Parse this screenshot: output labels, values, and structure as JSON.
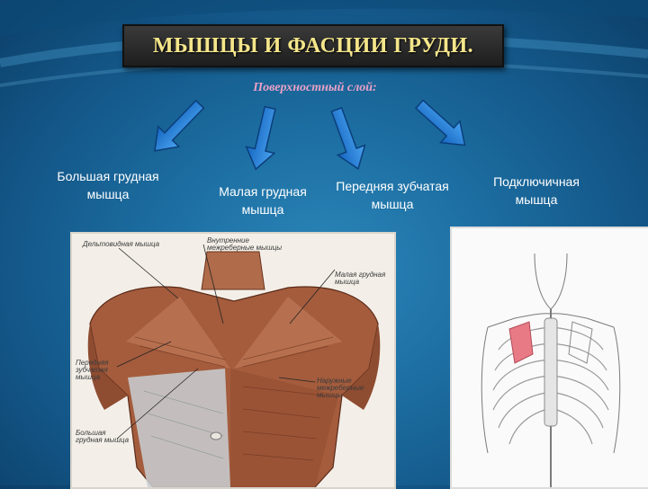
{
  "title": "МЫШЦЫ И ФАСЦИИ ГРУДИ.",
  "subtitle": "Поверхностный слой:",
  "muscle_labels": [
    "Большая грудная мышца",
    "Малая грудная мышца",
    "Передняя зубчатая мышца",
    "Подключичная мышца"
  ],
  "figure_labels": {
    "deltoid": "Дельтовидная мышца",
    "inner_intercostal": "Внутренние межреберные мышцы",
    "minor_pectoral": "Малая грудная мышца",
    "serratus": "Передняя зубчатая мышца",
    "outer_intercostal": "Наружные межреберные мышцы",
    "major_pectoral": "Большая грудная мышца"
  },
  "colors": {
    "title_text": "#f4e58a",
    "subtitle_text": "#e9a2c7",
    "arrow_fill": "#1e7fd6",
    "muscle": "#9c5a3c",
    "subclavius_highlight": "#e87a86"
  }
}
